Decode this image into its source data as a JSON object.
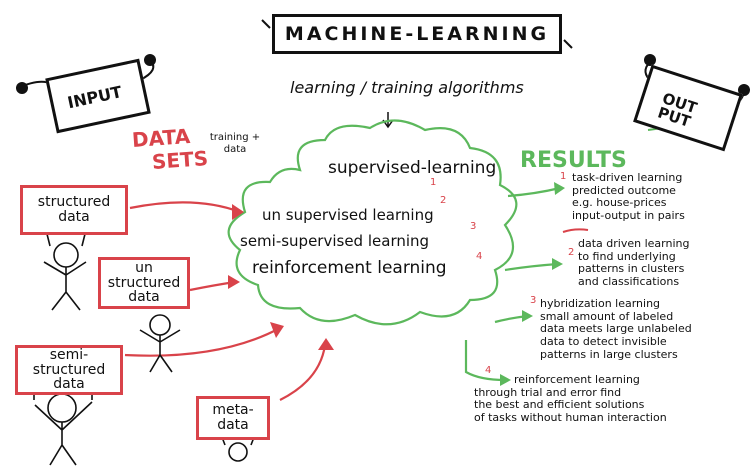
{
  "title": "MACHINE-LEARNING",
  "subtitle": "learning / training algorithms",
  "input_sign": "INPUT",
  "output_sign": "OUT PUT",
  "data_sets": {
    "label_line1": "DATA",
    "label_line2": "SETS",
    "note": "training + data"
  },
  "sources": [
    {
      "label": "structured data"
    },
    {
      "label": "un structured data"
    },
    {
      "label": "semi-structured data"
    },
    {
      "label": "meta-data"
    }
  ],
  "cloud": {
    "supervised": "supervised-learning",
    "unsupervised": "un supervised learning",
    "semi": "semi-supervised learning",
    "reinforcement": "reinforcement learning",
    "numbers": [
      "1",
      "2",
      "3",
      "4"
    ]
  },
  "results_heading": "RESULTS",
  "results": [
    {
      "num": "1",
      "lines": [
        "task-driven learning",
        "predicted outcome",
        "e.g. house-prices",
        "input-output in pairs"
      ]
    },
    {
      "num": "2",
      "lines": [
        "data driven learning",
        "to find underlying",
        "patterns in clusters",
        "and classifications"
      ]
    },
    {
      "num": "3",
      "lines": [
        "hybridization learning",
        "small amount of labeled",
        "data meets large unlabeled",
        "data to detect invisible",
        "patterns in large clusters"
      ]
    },
    {
      "num": "4",
      "lines": [
        "reinforcement learning",
        "through trial and error find",
        "the best and efficient solutions",
        "of tasks without human interaction"
      ]
    }
  ],
  "colors": {
    "red": "#d9434a",
    "green": "#5cb85c",
    "ink": "#111111"
  }
}
